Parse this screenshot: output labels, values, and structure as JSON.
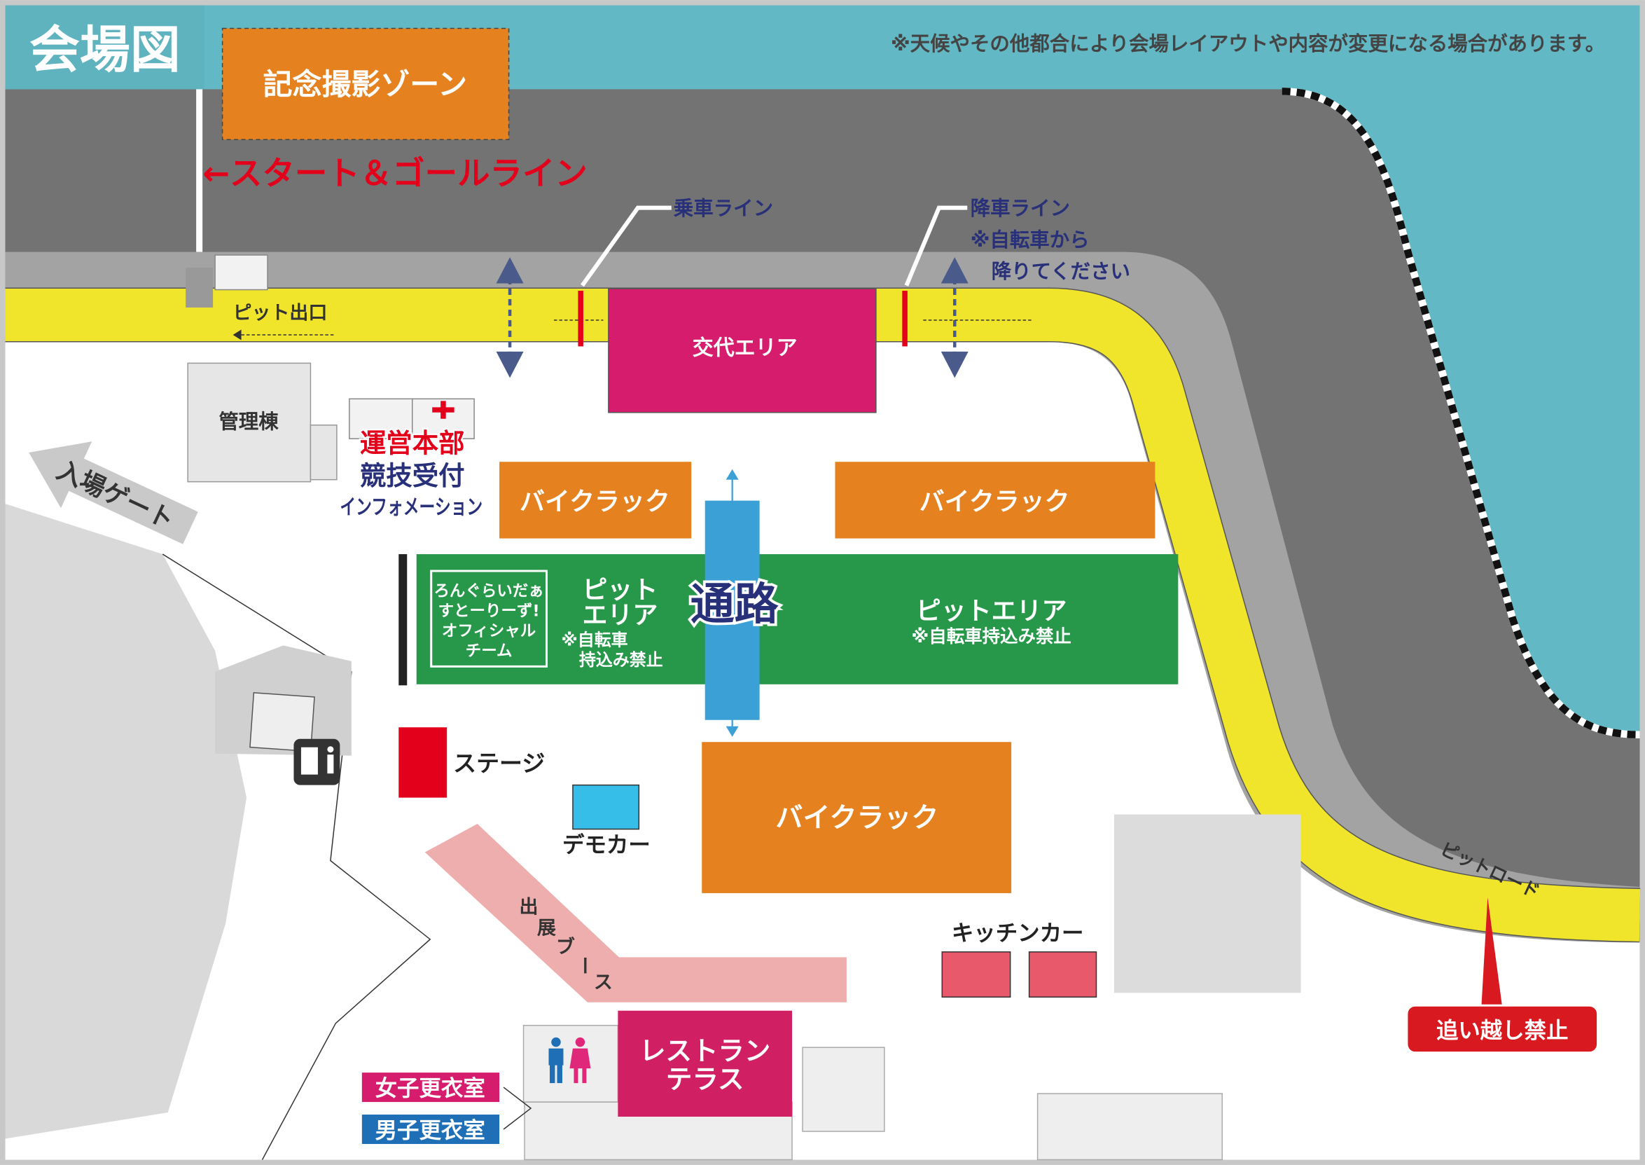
{
  "title": "会場図",
  "notice": "※天候やその他都合により会場レイアウトや内容が変更になる場合があります。",
  "zones": {
    "photo_zone": "記念撮影ゾーン",
    "start_goal": "←スタート＆ゴールライン",
    "pit_exit": "ピット出口",
    "boarding_line": "乗車ライン",
    "alighting_line": "降車ライン",
    "alighting_note_1": "※自転車から",
    "alighting_note_2": "降りてください",
    "exchange_area": "交代エリア",
    "admin_building": "管理棟",
    "hq": "運営本部",
    "reception": "競技受付",
    "information": "インフォメーション",
    "entrance_gate": "入場ゲート",
    "bike_rack": "バイクラック",
    "official_team": [
      "ろんぐらいだぁ",
      "すとーりーず!",
      "オフィシャル",
      "チーム"
    ],
    "pit_area_small_1": "ピット",
    "pit_area_small_2": "エリア",
    "pit_note_small_1": "※自転車",
    "pit_note_small_2": "持込み禁止",
    "passage": "通路",
    "pit_area": "ピットエリア",
    "pit_note": "※自転車持込み禁止",
    "stage": "ステージ",
    "demo_car": "デモカー",
    "booths": [
      "出",
      "展",
      "ブ",
      "ー",
      "ス"
    ],
    "kitchen_car": "キッチンカー",
    "restaurant_1": "レストラン",
    "restaurant_2": "テラス",
    "women_locker": "女子更衣室",
    "men_locker": "男子更衣室",
    "pit_road": "ピットロード",
    "no_overtaking": "追い越し禁止"
  },
  "colors": {
    "sea": "#62b8c4",
    "track": "#737373",
    "lane": "#a3a3a3",
    "pit_lane": "#f0e52a",
    "orange": "#e5821f",
    "magenta": "#d61c6c",
    "green": "#27984a",
    "blue": "#3aa0d6",
    "red": "#e3001b",
    "navy": "#28307a"
  }
}
